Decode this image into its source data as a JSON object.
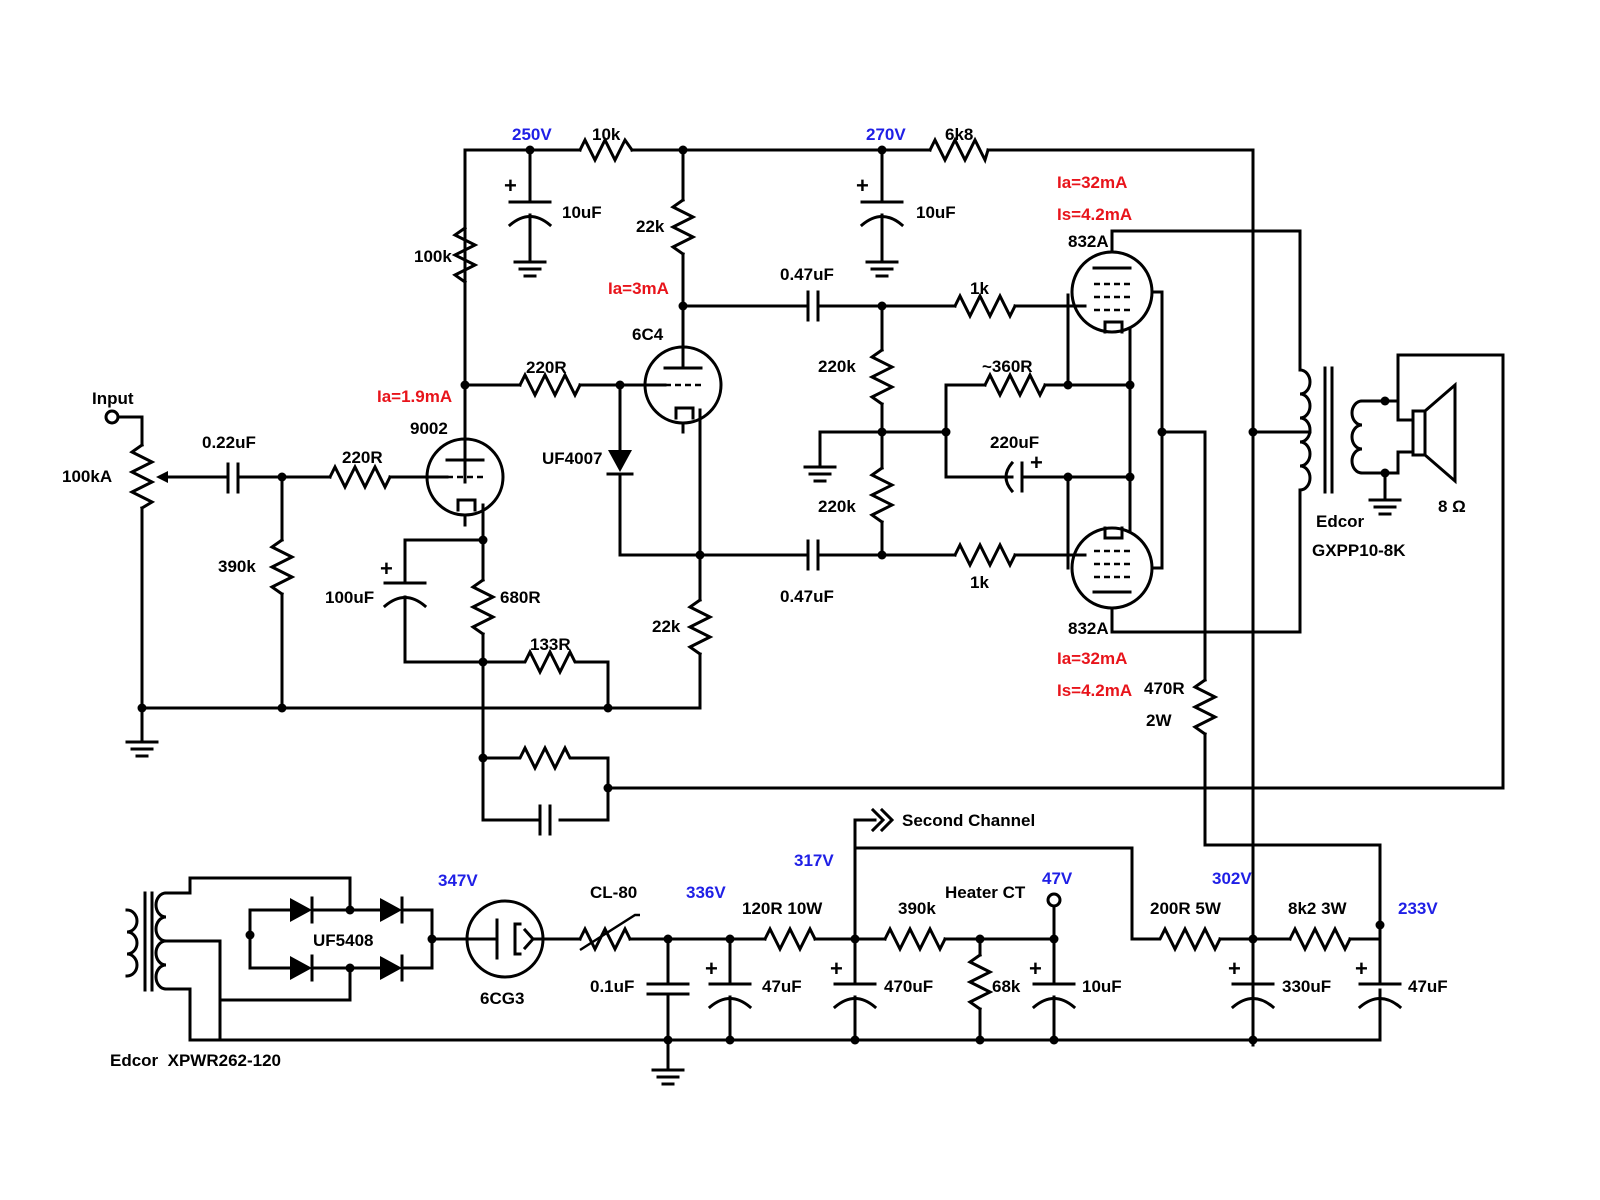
{
  "colors": {
    "wire": "#000000",
    "current": "#e8141b",
    "voltage": "#1f1fe6",
    "background": "#ffffff"
  },
  "labels": {
    "input": "Input",
    "pot": "100kA",
    "c_in": "0.22uF",
    "r_grid1": "220R",
    "r_gridleak1": "390k",
    "tube1": "9002",
    "ia1": "Ia=1.9mA",
    "r_plate1": "100k",
    "c_bypass1": "100uF",
    "r_cath1": "680R",
    "r_fb": "133R",
    "r_grid2": "220R",
    "diode": "UF4007",
    "tube2": "6C4",
    "ia2": "Ia=3mA",
    "r_plate2": "22k",
    "r_cath2": "22k",
    "v1": "250V",
    "r_dec1": "10k",
    "c_dec1": "10uF",
    "v2": "270V",
    "r_dec2": "6k8",
    "c_dec2": "10uF",
    "c_coup_top": "0.47uF",
    "c_coup_bot": "0.47uF",
    "r_gl_top": "220k",
    "r_gl_bot": "220k",
    "r_gs_top": "1k",
    "r_gs_bot": "1k",
    "r_bias": "~360R",
    "c_bias": "220uF",
    "tube_out_top": "832A",
    "tube_out_bot": "832A",
    "ia_top": "Ia=32mA",
    "is_top": "Is=4.2mA",
    "ia_bot": "Ia=32mA",
    "is_bot": "Is=4.2mA",
    "r_drop": "470R",
    "r_drop_w": "2W",
    "opt_brand": "Edcor",
    "opt_model": "GXPP10-8K",
    "speaker": "8 Ω",
    "second_channel": "Second Channel",
    "v_317": "317V",
    "v_347": "347V",
    "v_336": "336V",
    "v_47": "47V",
    "v_302": "302V",
    "v_233": "233V",
    "rect_diodes": "UF5408",
    "rect_tube": "6CG3",
    "thermistor": "CL-80",
    "c_ps1": "0.1uF",
    "r_ps1": "120R 10W",
    "c_ps2": "47uF",
    "c_ps3": "470uF",
    "r_heater1": "390k",
    "heater_ct": "Heater CT",
    "r_heater2": "68k",
    "c_heater": "10uF",
    "r_ps2": "200R 5W",
    "c_ps4": "330uF",
    "r_ps3": "8k2 3W",
    "c_ps5": "47uF",
    "ptx": "Edcor  XPWR262-120"
  }
}
